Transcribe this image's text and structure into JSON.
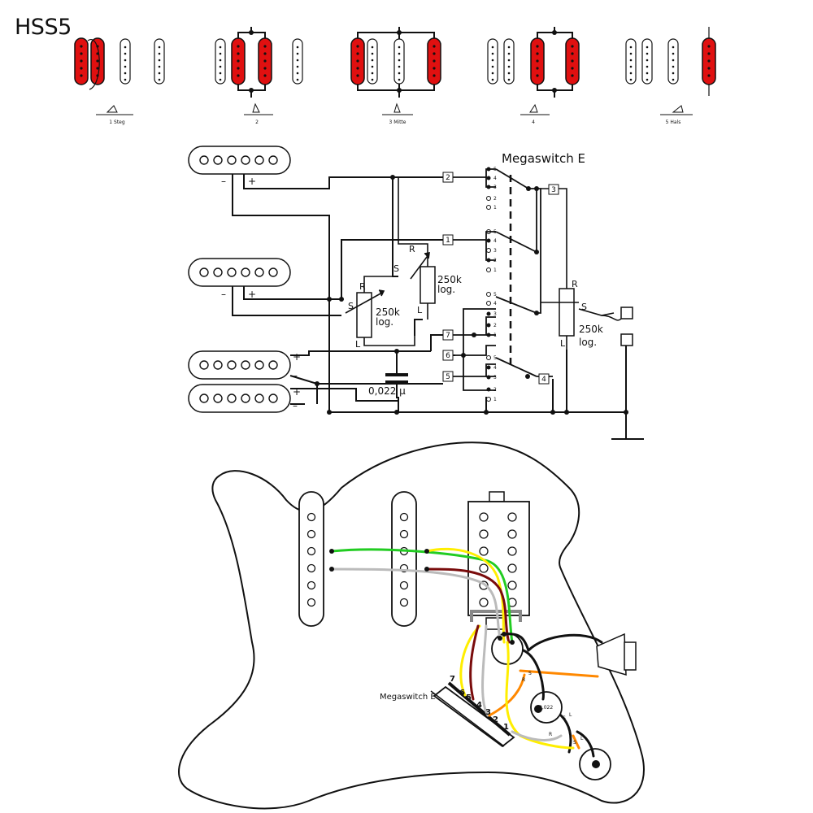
{
  "title": "HSS5",
  "positions": [
    {
      "label": "1 Steg"
    },
    {
      "label": "2"
    },
    {
      "label": "3 Mitte"
    },
    {
      "label": "4"
    },
    {
      "label": "5 Hals"
    }
  ],
  "schematic": {
    "switch_label": "Megaswitch E",
    "pot_1": {
      "value": "250k",
      "taper": "log.",
      "r": "R",
      "s": "S",
      "l": "L"
    },
    "pot_2": {
      "value": "250k",
      "taper": "log.",
      "r": "R",
      "s": "S",
      "l": "L"
    },
    "pot_volume": {
      "value": "250k",
      "taper": "log.",
      "r": "R",
      "s": "S",
      "l": "L"
    },
    "capacitor": "0,022 µ",
    "plus": "+",
    "minus": "–",
    "terminals": [
      "2",
      "3",
      "1",
      "7",
      "6",
      "5",
      "4"
    ],
    "contacts": [
      "5",
      "4",
      "3",
      "2",
      "1"
    ]
  },
  "body": {
    "switch_label": "Megaswitch E",
    "switch_terminals": [
      "7",
      "6",
      "5",
      "4",
      "3",
      "2",
      "1"
    ],
    "cap_label": "0,022",
    "pot_letters": [
      "S",
      "R",
      "S",
      "L",
      "R",
      "S",
      "L"
    ],
    "wire_colors": {
      "green": "#22cc22",
      "grey": "#bbbbbb",
      "yellow": "#ffee00",
      "brown": "#7a0c0c",
      "black": "#111111",
      "orange": "#ff8800",
      "red_coil": "#e01010"
    }
  }
}
